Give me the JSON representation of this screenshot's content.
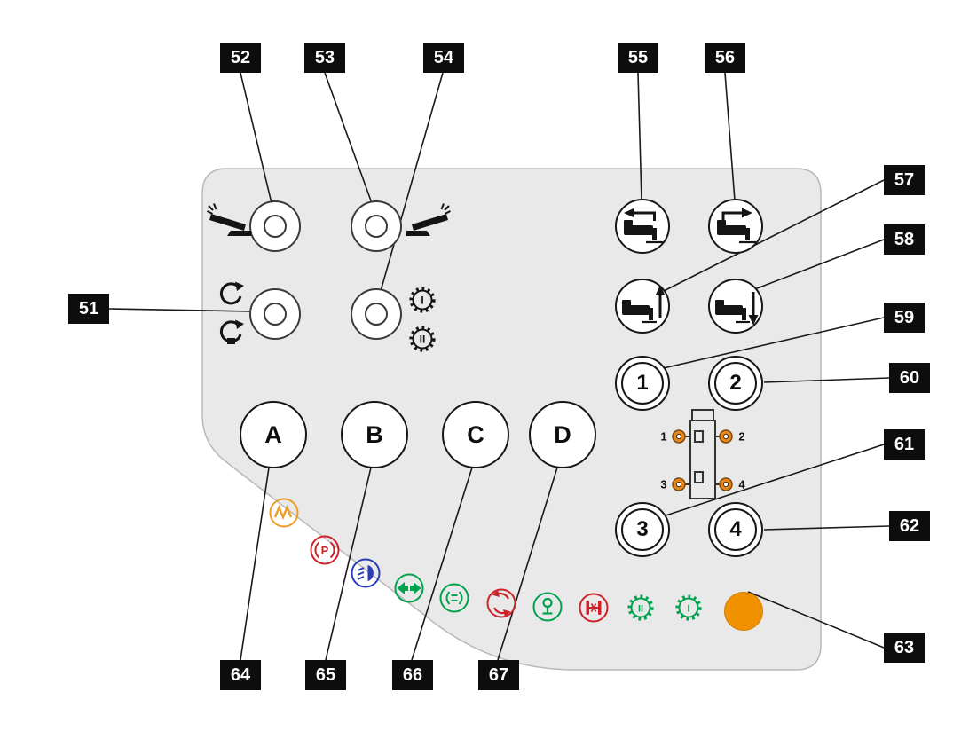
{
  "figure": {
    "type": "control-panel-callout-diagram"
  },
  "colors": {
    "panel_fill": "#e9e9e9",
    "panel_border": "#b9b9b9",
    "callout_bg": "#0d0d0d",
    "callout_text": "#ffffff",
    "pictogram_black": "#141414",
    "accent_orange": "#f29200",
    "indicator_orange": "#f09b28",
    "indicator_red": "#cc2229",
    "indicator_blue": "#2a3bb8",
    "indicator_green": "#00a24d",
    "coupler_port_orange": "#e8861a"
  },
  "callouts": [
    {
      "label": "51"
    },
    {
      "label": "52"
    },
    {
      "label": "53"
    },
    {
      "label": "54"
    },
    {
      "label": "55"
    },
    {
      "label": "56"
    },
    {
      "label": "57"
    },
    {
      "label": "58"
    },
    {
      "label": "59"
    },
    {
      "label": "60"
    },
    {
      "label": "61"
    },
    {
      "label": "62"
    },
    {
      "label": "63"
    },
    {
      "label": "64"
    },
    {
      "label": "65"
    },
    {
      "label": "66"
    },
    {
      "label": "67"
    }
  ],
  "selector_buttons": {
    "a": "A",
    "b": "B",
    "c": "C",
    "d": "D"
  },
  "numbered_buttons": {
    "b1": "1",
    "b2": "2",
    "b3": "3",
    "b4": "4"
  },
  "gear_icons": {
    "gear_1": "I",
    "gear_2": "II"
  },
  "indicator_lamps": {
    "parking_brake_letter": "P",
    "gear_1_label": "I",
    "gear_2_label": "II"
  },
  "coupler_diagram": {
    "port_labels": [
      "1",
      "2",
      "3",
      "4"
    ]
  }
}
